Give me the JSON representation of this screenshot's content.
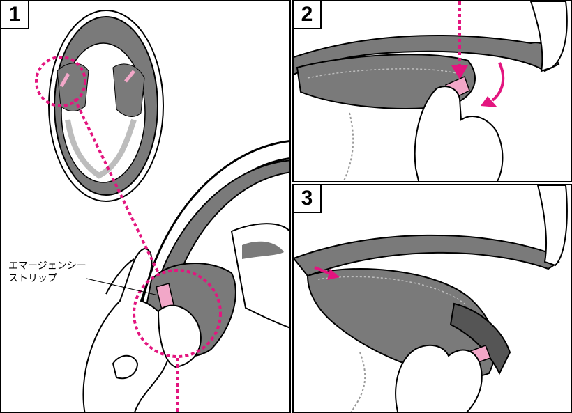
{
  "steps": [
    {
      "number": "1"
    },
    {
      "number": "2"
    },
    {
      "number": "3"
    }
  ],
  "callout": {
    "line1": "エマージェンシー",
    "line2": "ストリップ"
  },
  "colors": {
    "accent": "#e3157f",
    "strip": "#f2a7c8",
    "pad": "#7a7a7a",
    "pad_light": "#bdbdbd",
    "outline": "#000000"
  }
}
